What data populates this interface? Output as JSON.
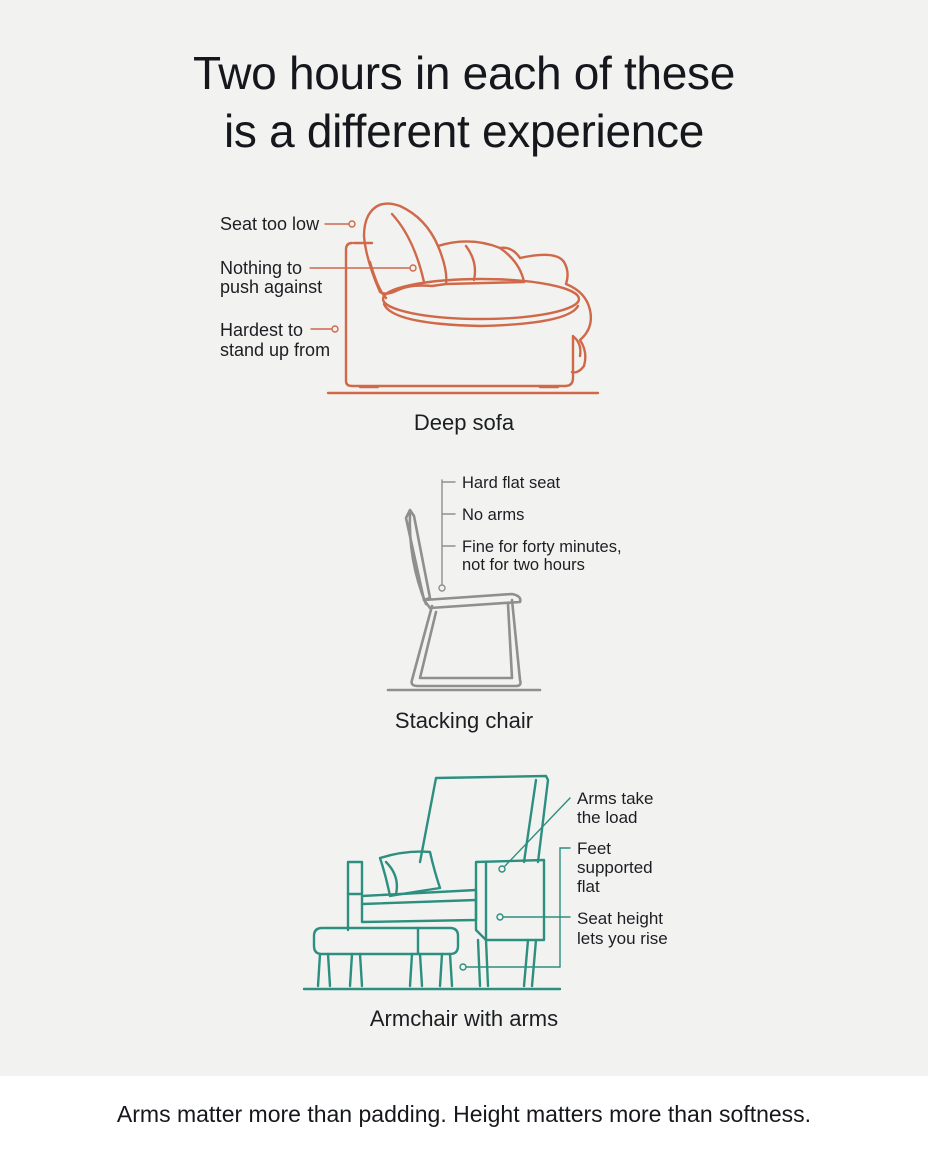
{
  "title": {
    "line1": "Two hours in each of these",
    "line2": "is a different experience"
  },
  "colors": {
    "sofa": "#d0694a",
    "chair": "#8f8f8f",
    "armchair": "#2d8f7f",
    "background": "#f2f2f1",
    "footer_background": "#ffffff",
    "text": "#15171c"
  },
  "sofa": {
    "caption": "Deep sofa",
    "notes": {
      "seat_low": "Seat too low",
      "nothing_line1": "Nothing to",
      "nothing_line2": "push against",
      "hardest_line1": "Hardest to",
      "hardest_line2": "stand up from"
    }
  },
  "stacking": {
    "caption": "Stacking chair",
    "notes": {
      "hard_seat": "Hard flat seat",
      "no_arms": "No arms",
      "fine_line1": "Fine for forty minutes,",
      "fine_line2": "not for two hours"
    }
  },
  "armchair": {
    "caption": "Armchair with arms",
    "notes": {
      "arms_line1": "Arms take",
      "arms_line2": "the load",
      "feet_line1": "Feet",
      "feet_line2": "supported",
      "feet_line3": "flat",
      "seat_line1": "Seat height",
      "seat_line2": "lets you rise"
    }
  },
  "footer": "Arms matter more than padding. Height matters more than softness."
}
